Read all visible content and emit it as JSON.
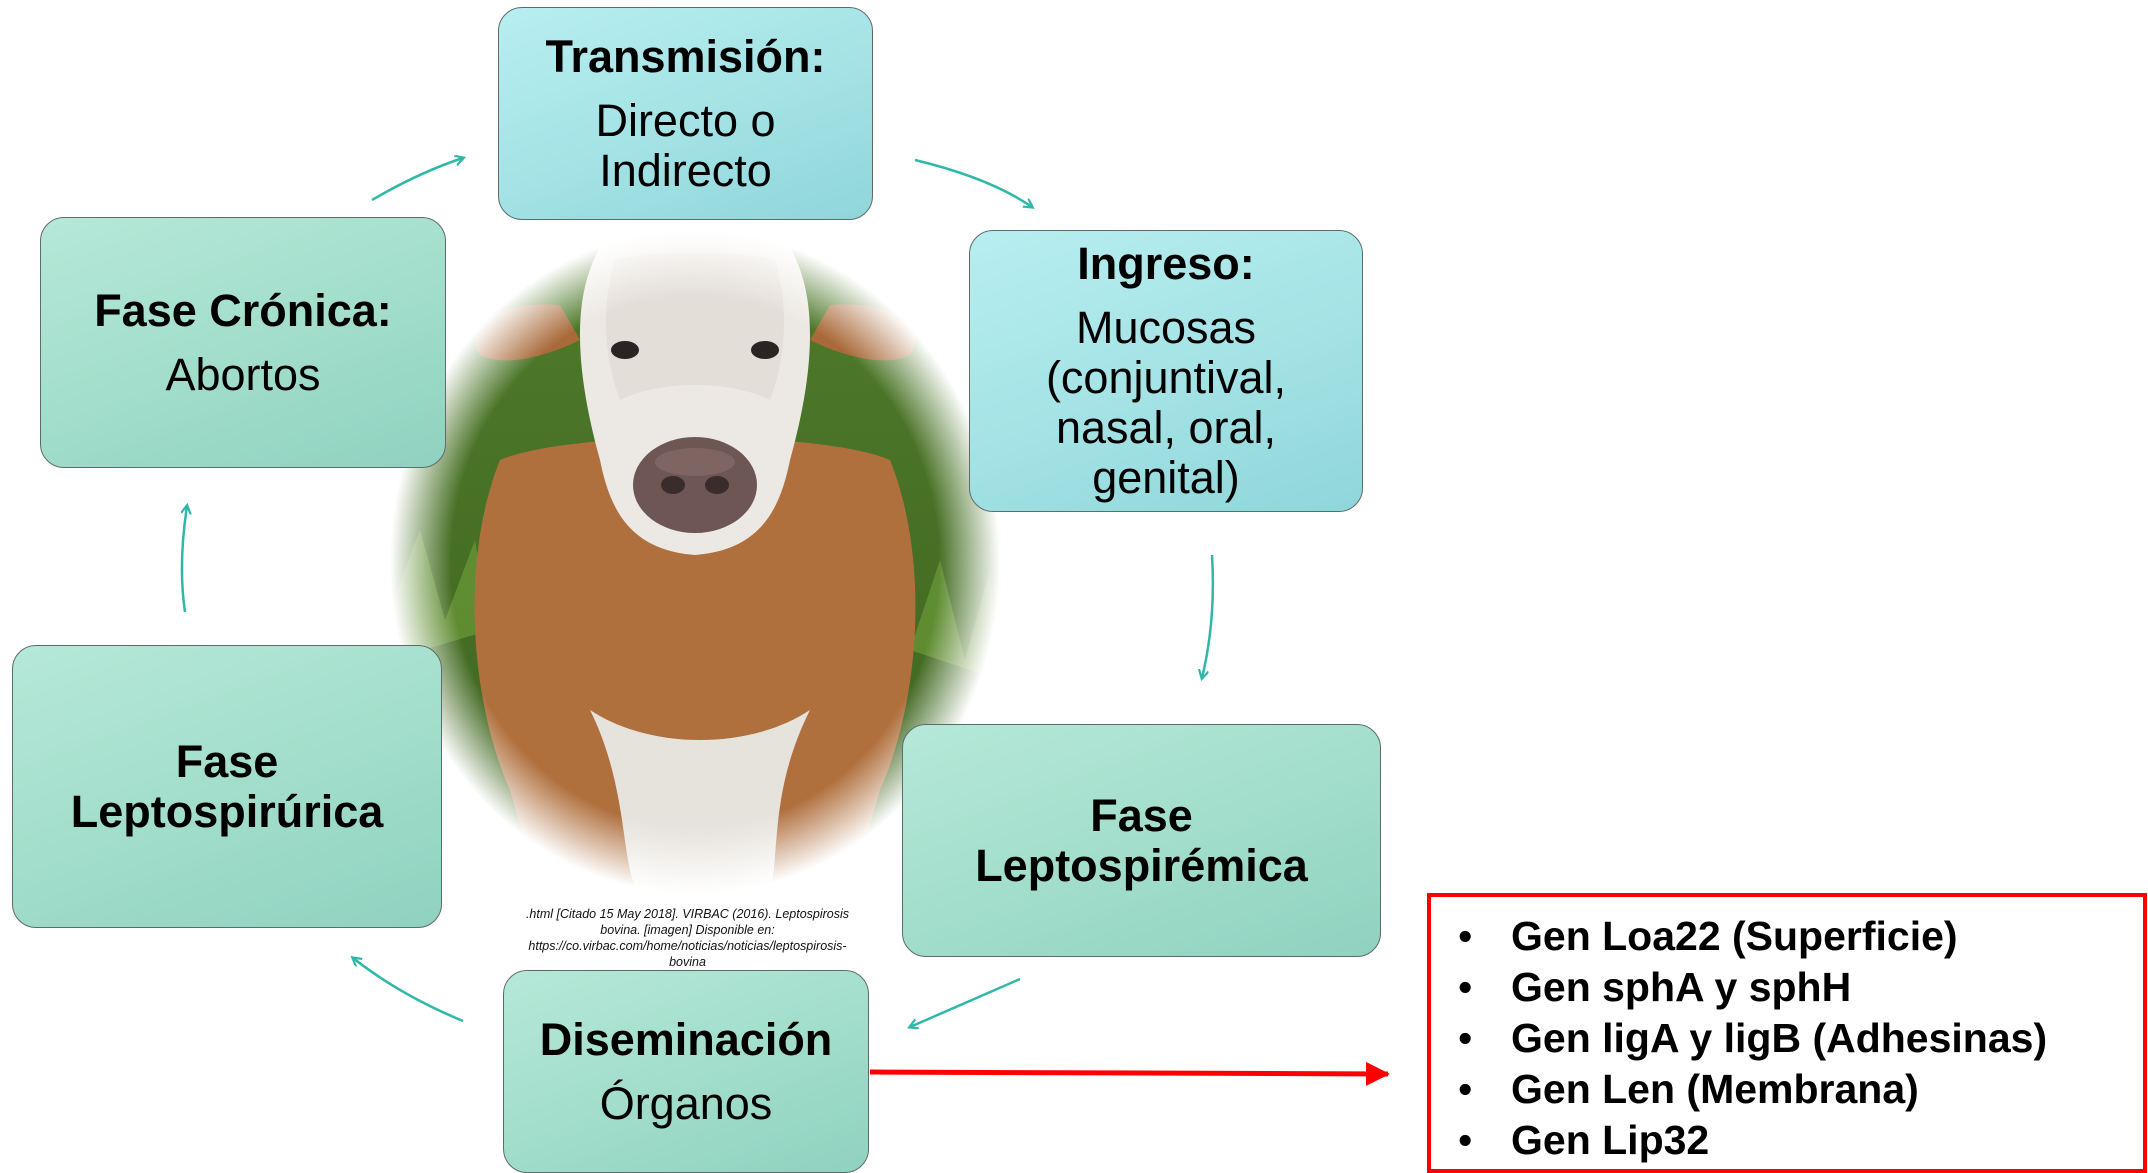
{
  "cycle": {
    "transmision": {
      "title": "Transmisión:",
      "body": "Directo o Indirecto"
    },
    "ingreso": {
      "title": "Ingreso:",
      "body": "Mucosas (conjuntival, nasal, oral, genital)"
    },
    "fase_leptospiremica": {
      "title": "Fase Leptospirémica"
    },
    "diseminacion": {
      "title": "Diseminación",
      "body": "Órganos"
    },
    "fase_leptospirurica": {
      "title": "Fase Leptospirúrica"
    },
    "fase_cronica": {
      "title": "Fase Crónica:",
      "body": "Abortos"
    }
  },
  "image_caption": ".html [Citado 15 May 2018]. VIRBAC (2016). Leptospirosis bovina. [imagen] Disponible en: https://co.virbac.com/home/noticias/noticias/leptospirosis-bovina",
  "genes": [
    "Gen Loa22 (Superficie)",
    "Gen sphA y sphH",
    "Gen ligA y ligB (Adhesinas)",
    "Gen Len (Membrana)",
    "Gen Lip32"
  ],
  "colors": {
    "cycle_arrow": "#2fb8a8",
    "highlight_arrow": "#ff0000",
    "highlight_border": "#ff0000",
    "box_cyan": "#a3e2e5",
    "box_mint": "#a1ddca"
  }
}
